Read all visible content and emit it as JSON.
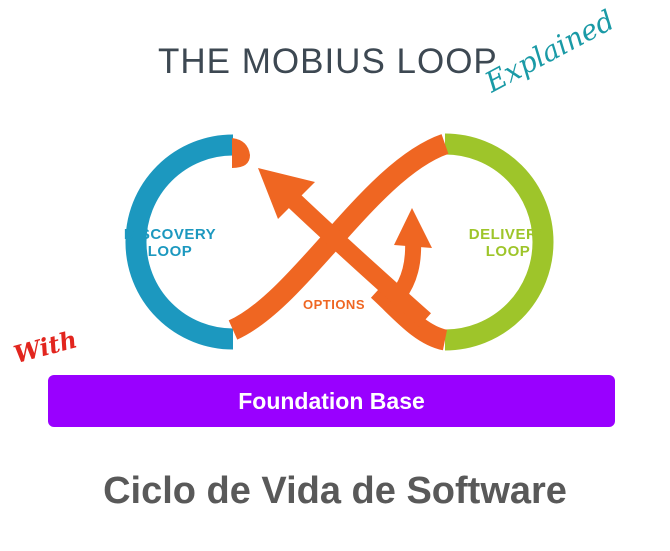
{
  "header": {
    "title": "THE MOBIUS LOOP",
    "subtitle": "Explained"
  },
  "diagram": {
    "discovery_label_line1": "DISCOVERY",
    "discovery_label_line2": "LOOP",
    "delivery_label_line1": "DELIVERY",
    "delivery_label_line2": "LOOP",
    "options_label": "OPTIONS",
    "colors": {
      "discovery": "#1c98bf",
      "delivery": "#9ec52a",
      "options": "#ef6622"
    }
  },
  "foundation": {
    "prefix": "With",
    "label": "Foundation Base",
    "color": "#9900ff"
  },
  "footer": {
    "text": "Ciclo de Vida de Software"
  }
}
